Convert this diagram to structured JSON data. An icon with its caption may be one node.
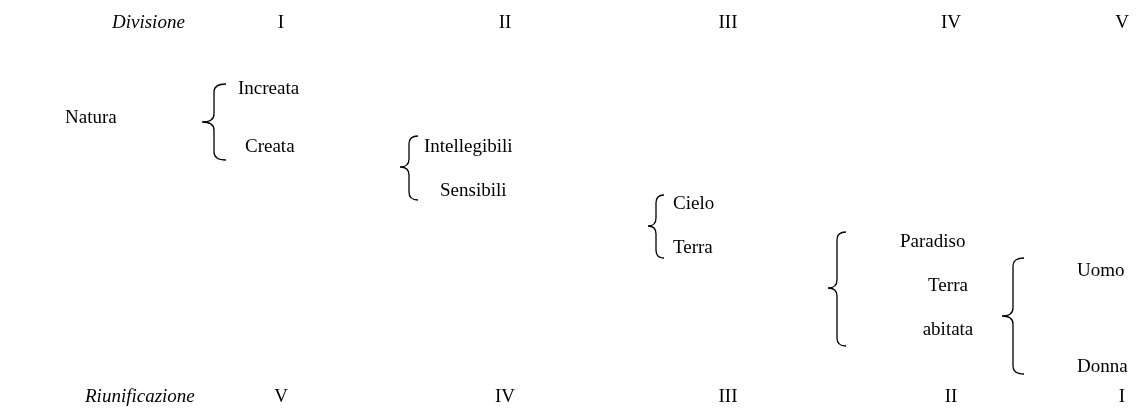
{
  "diagram": {
    "labels": [
      "Divisione",
      "I",
      "II",
      "III",
      "IV",
      "V",
      "Increata",
      "Natura",
      "Creata",
      "Intellegibili",
      "Sensibili",
      "Cielo",
      "Terra",
      "Paradiso",
      "Uomo",
      "Terra abitata",
      "Donna",
      "Riunificazione",
      "V",
      "IV",
      "III",
      "II",
      "I"
    ]
  }
}
